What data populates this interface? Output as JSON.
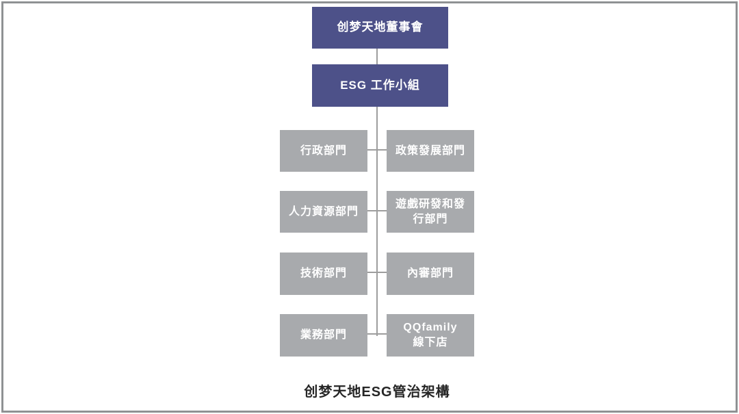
{
  "org_chart": {
    "board": "创梦天地董事會",
    "working_group": "ESG 工作小組",
    "rows": [
      {
        "left": "行政部門",
        "right": "政策發展部門"
      },
      {
        "left": "人力資源部門",
        "right": "遊戲研發和發\n行部門"
      },
      {
        "left": "技術部門",
        "right": "內審部門"
      },
      {
        "left": "業務部門",
        "right": "QQfamily\n線下店"
      }
    ],
    "caption": "创梦天地ESG管治架構"
  },
  "colors": {
    "primary_node": "#4d5189",
    "department_node": "#a8aaad",
    "node_text": "#ffffff",
    "connector": "#9d9d9d",
    "caption_text": "#262626",
    "frame_border": "#8f9193",
    "page_bg": "#ffffff"
  }
}
